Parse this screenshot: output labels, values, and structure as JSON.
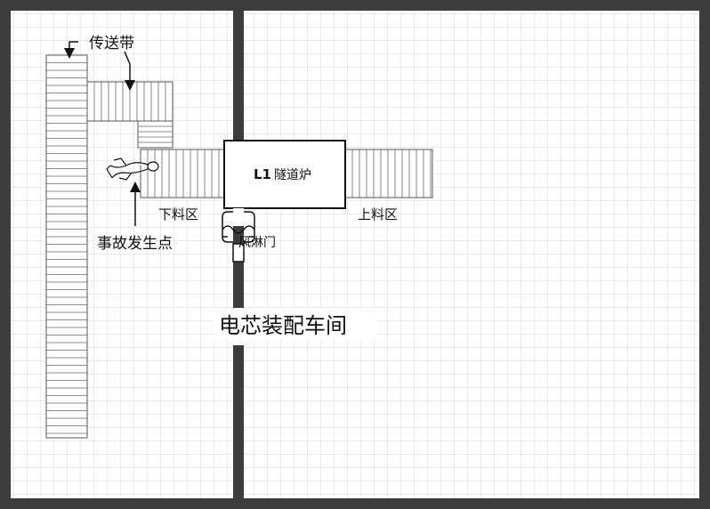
{
  "labels": {
    "conveyor": "传送带",
    "furnace_code": "L1",
    "furnace_name": "隧道炉",
    "unload_zone": "下料区",
    "load_zone": "上料区",
    "accident_point": "事故发生点",
    "air_shower": "风淋门",
    "workshop": "电芯装配车间"
  },
  "colors": {
    "wall": "#3d3d3d",
    "grid": "#d6d6d6",
    "belt_line": "#555555",
    "text": "#111111"
  },
  "icons": {
    "victim": "fallen-person-icon",
    "arrows": "arrow-icon"
  }
}
